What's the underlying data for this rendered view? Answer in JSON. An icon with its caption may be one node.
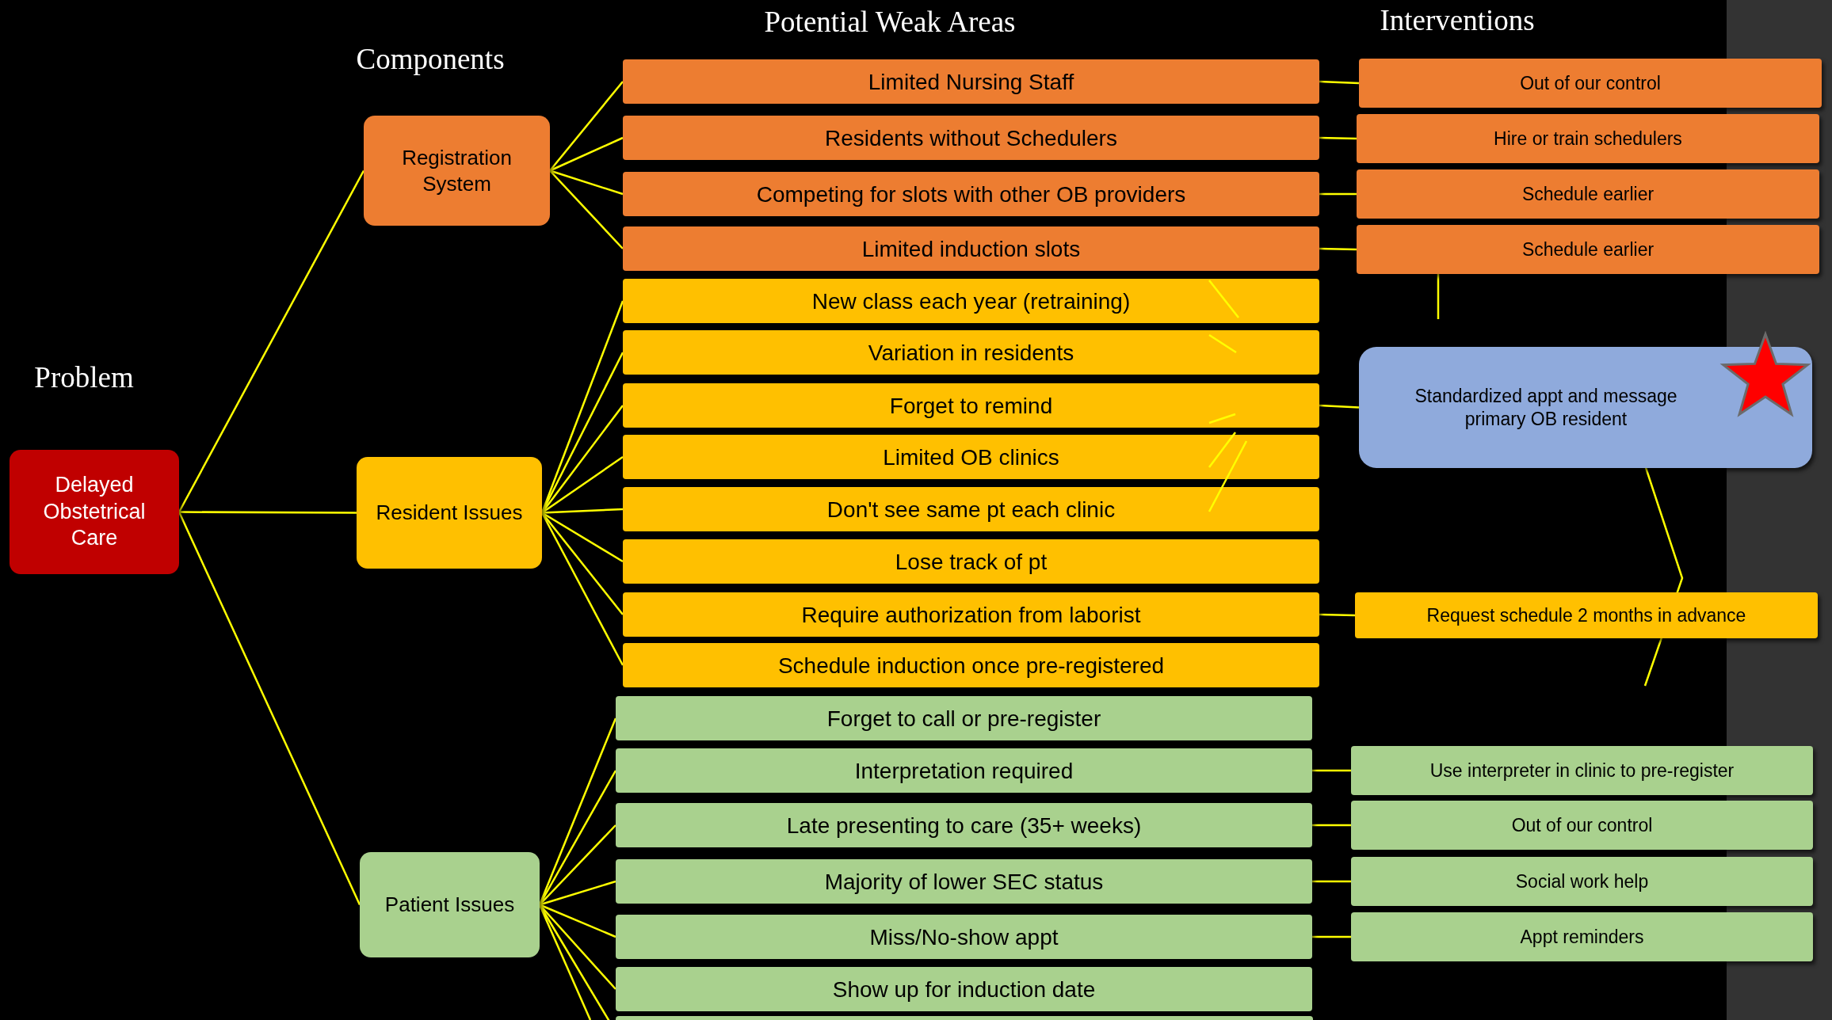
{
  "diagram": {
    "nodes": [
      {
        "text": [
          "Delayed Obstetrical Care"
        ]
      },
      {
        "text": [
          "Registration System"
        ]
      },
      {
        "text": [
          "Resident Issues"
        ]
      },
      {
        "text": [
          "Patient Issues"
        ]
      },
      {
        "text": [
          "Limited Nursing Staff"
        ]
      },
      {
        "text": [
          "Residents without Schedulers"
        ]
      },
      {
        "text": [
          "Competing for slots with other OB providers"
        ]
      },
      {
        "text": [
          "Limited induction slots"
        ]
      },
      {
        "text": [
          "New class each year (retraining)"
        ]
      },
      {
        "text": [
          "Variation in residents"
        ]
      },
      {
        "text": [
          "Forget to remind"
        ]
      },
      {
        "text": [
          "Limited OB clinics"
        ]
      },
      {
        "text": [
          "Don't see same pt each clinic"
        ]
      },
      {
        "text": [
          "Lose track of pt"
        ]
      },
      {
        "text": [
          "Require authorization from laborist"
        ]
      },
      {
        "text": [
          "Schedule induction once pre-registered"
        ]
      },
      {
        "text": [
          "Forget to call or pre-register"
        ]
      },
      {
        "text": [
          "Interpretation required"
        ]
      },
      {
        "text": [
          "Late presenting to care (35+ weeks)"
        ]
      },
      {
        "text": [
          "Majority of lower SEC status"
        ]
      },
      {
        "text": [
          "Miss/No-show appt"
        ]
      },
      {
        "text": [
          "Show up for induction date"
        ]
      },
      {
        "text": [],
        "shape": "box"
      },
      {
        "text": [
          "Out of our control"
        ]
      },
      {
        "text": [
          "Hire or train schedulers"
        ]
      },
      {
        "text": [
          "Schedule earlier"
        ]
      },
      {
        "text": [
          "Schedule earlier"
        ]
      },
      {
        "text": [
          "Standardized appt and message primary OB resident"
        ]
      },
      {
        "text": [
          "Request schedule 2 months in advance"
        ]
      },
      {
        "text": [
          "Use interpreter in clinic to pre-register"
        ]
      },
      {
        "text": [
          "Out of our control"
        ]
      },
      {
        "text": [
          "Social work help"
        ]
      },
      {
        "text": [
          "Appt reminders"
        ]
      }
    ],
    "edges": [
      {
        "from": 0,
        "to": 1,
        "arrow": "none"
      },
      {
        "from": 0,
        "to": 2,
        "arrow": "none"
      },
      {
        "from": 0,
        "to": 3,
        "arrow": "none"
      },
      {
        "from": 1,
        "to": 4,
        "arrow": "none"
      },
      {
        "from": 1,
        "to": 5,
        "arrow": "none"
      },
      {
        "from": 1,
        "to": 6,
        "arrow": "none"
      },
      {
        "from": 1,
        "to": 7,
        "arrow": "none"
      },
      {
        "from": 2,
        "to": 8,
        "arrow": "none"
      },
      {
        "from": 2,
        "to": 9,
        "arrow": "none"
      },
      {
        "from": 2,
        "to": 10,
        "arrow": "none"
      },
      {
        "from": 2,
        "to": 11,
        "arrow": "none"
      },
      {
        "from": 2,
        "to": 12,
        "arrow": "none"
      },
      {
        "from": 2,
        "to": 13,
        "arrow": "none"
      },
      {
        "from": 2,
        "to": 14,
        "arrow": "none"
      },
      {
        "from": 2,
        "to": 15,
        "arrow": "none"
      },
      {
        "from": 3,
        "to": 16,
        "arrow": "none"
      },
      {
        "from": 3,
        "to": 17,
        "arrow": "none"
      },
      {
        "from": 3,
        "to": 18,
        "arrow": "none"
      },
      {
        "from": 3,
        "to": 19,
        "arrow": "none"
      },
      {
        "from": 3,
        "to": 20,
        "arrow": "none"
      },
      {
        "from": 3,
        "to": 21,
        "arrow": "none"
      },
      {
        "from": 3,
        "to": 22,
        "arrow": "none"
      },
      {
        "from": 3,
        "to": null,
        "arrow": "none"
      },
      {
        "from": 4,
        "to": 23,
        "arrow": "none"
      },
      {
        "from": 5,
        "to": 24,
        "arrow": "none"
      },
      {
        "from": 6,
        "to": 25,
        "arrow": "none"
      },
      {
        "from": 7,
        "to": 26,
        "arrow": "none"
      },
      {
        "from": 26,
        "to": null,
        "arrow": "none"
      },
      {
        "from": 10,
        "to": 27,
        "arrow": "none"
      },
      {
        "from": 14,
        "to": 28,
        "arrow": "none"
      },
      {
        "from": 17,
        "to": 29,
        "arrow": "none"
      },
      {
        "from": 18,
        "to": 30,
        "arrow": "none"
      },
      {
        "from": 19,
        "to": 31,
        "arrow": "none"
      },
      {
        "from": 20,
        "to": 32,
        "arrow": "none"
      }
    ],
    "labels": [
      "Problem",
      "Components",
      "Potential Weak Areas",
      "Interventions"
    ]
  }
}
